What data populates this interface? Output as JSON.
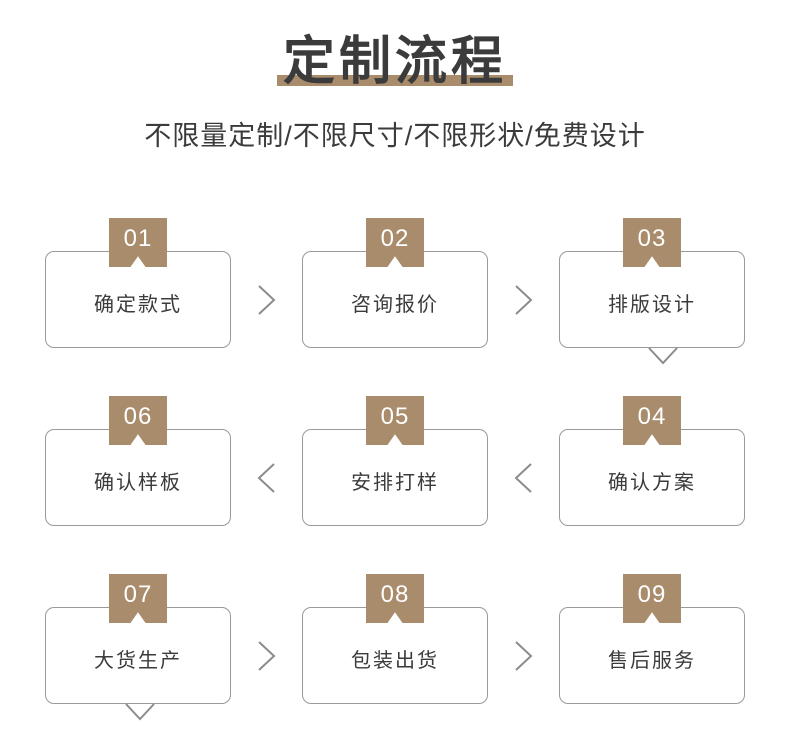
{
  "header": {
    "title": "定制流程",
    "subtitle": "不限量定制/不限尺寸/不限形状/免费设计",
    "underline_color": "#a98c6b"
  },
  "theme": {
    "tag_color": "#a98c6b",
    "box_border": "#9a9a9a",
    "text_color": "#3b3b3b",
    "arrow_color": "#8c8c8c",
    "background": "#ffffff"
  },
  "flow": {
    "rows": [
      {
        "direction": "left-to-right",
        "steps": [
          {
            "number": "01",
            "label": "确定款式"
          },
          {
            "number": "02",
            "label": "咨询报价"
          },
          {
            "number": "03",
            "label": "排版设计"
          }
        ]
      },
      {
        "direction": "right-to-left",
        "steps": [
          {
            "number": "06",
            "label": "确认样板"
          },
          {
            "number": "05",
            "label": "安排打样"
          },
          {
            "number": "04",
            "label": "确认方案"
          }
        ]
      },
      {
        "direction": "left-to-right",
        "steps": [
          {
            "number": "07",
            "label": "大货生产"
          },
          {
            "number": "08",
            "label": "包装出货"
          },
          {
            "number": "09",
            "label": "售后服务"
          }
        ]
      }
    ]
  }
}
